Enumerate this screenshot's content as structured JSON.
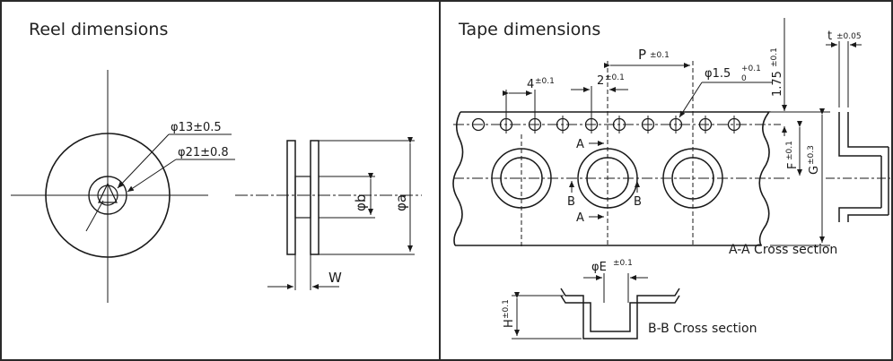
{
  "reel": {
    "title": "Reel dimensions",
    "dim_hub": "φ13±0.5",
    "dim_outer": "φ21±0.8",
    "dim_b": "φb",
    "dim_a": "φa",
    "dim_w": "W"
  },
  "tape": {
    "title": "Tape dimensions",
    "dim_p": "P",
    "tol_p": "±0.1",
    "dim_4": "4",
    "tol_4": "±0.1",
    "dim_2": "2",
    "tol_2": "±0.1",
    "dim_hole": "φ1.5",
    "tol_hole_upper": "+0.1",
    "tol_hole_lower": "0",
    "dim_175": "1.75",
    "tol_175": "±0.1",
    "dim_t": "t",
    "tol_t": "±0.05",
    "dim_f": "F",
    "tol_f": "±0.1",
    "dim_g": "G",
    "tol_g": "±0.3",
    "dim_e": "φE",
    "tol_e": "±0.1",
    "dim_h": "H",
    "tol_h": "±0.1",
    "marker_a": "A",
    "marker_b": "B",
    "caption_aa": "A-A Cross section",
    "caption_bb": "B-B Cross section"
  }
}
